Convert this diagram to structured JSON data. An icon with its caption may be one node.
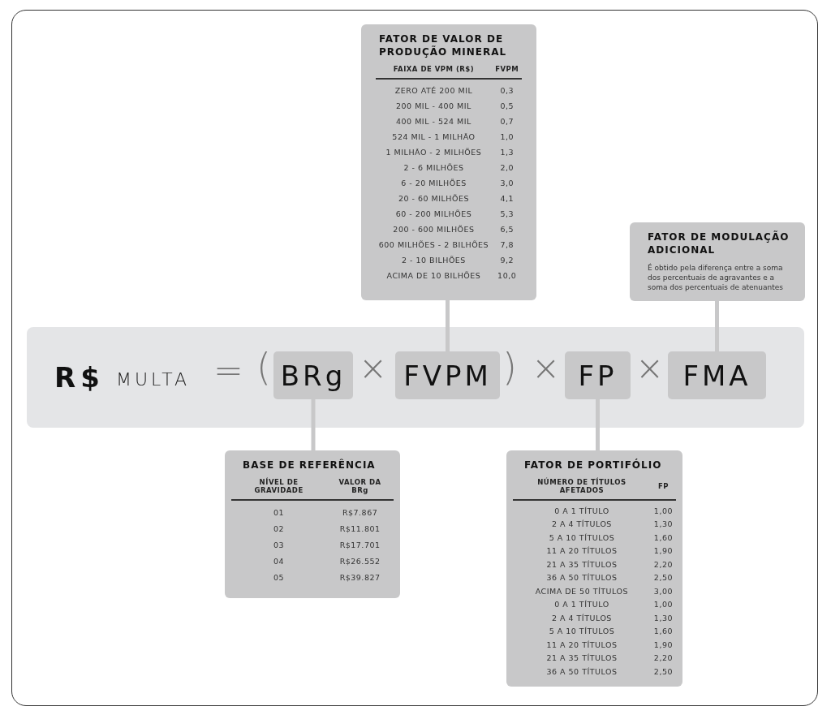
{
  "diagram": {
    "nodes": [
      {
        "text": [
          "R$",
          "MULTA"
        ]
      },
      {
        "text": [
          "BRg"
        ],
        "in": 0
      },
      {
        "text": [
          "FVPM"
        ],
        "in": 0
      },
      {
        "text": [
          "FP"
        ],
        "in": 0
      },
      {
        "text": [
          "FMA"
        ],
        "in": 0
      },
      {
        "text": [
          "FATOR DE VALOR DE PRODUÇÃO MINERAL",
          "FAIXA DE VPM (R$)",
          "FVPM",
          "ZERO ATÉ 200 MIL",
          "0,3",
          "200 MIL - 400 MIL",
          "0,5",
          "400 MIL - 524 MIL",
          "0,7",
          "524 MIL - 1 MILHÃO",
          "1,0",
          "1 MILHÃO - 2 MILHÕES",
          "1,3",
          "2 - 6 MILHÕES",
          "2,0",
          "6 - 20 MILHÕES",
          "3,0",
          "20 - 60 MILHÕES",
          "4,1",
          "60 - 200 MILHÕES",
          "5,3",
          "200 - 600 MILHÕES",
          "6,5",
          "600 MILHÕES - 2 BILHÕES",
          "7,8",
          "2 - 10 BILHÕES",
          "9,2",
          "ACIMA DE 10 BILHÕES",
          "10,0"
        ]
      },
      {
        "text": [
          "FATOR DE MODULAÇÃO ADICIONAL",
          "É obtido pela diferença entre a soma dos percentuais de agravantes e a soma dos percentuais de atenuantes"
        ]
      },
      {
        "text": [
          "BASE DE REFERÊNCIA",
          "NÍVEL DE GRAVIDADE",
          "VALOR DA BRg",
          "01",
          "R$7.867",
          "02",
          "R$11.801",
          "03",
          "R$17.701",
          "04",
          "R$26.552",
          "05",
          "R$39.827"
        ]
      },
      {
        "text": [
          "FATOR DE PORTIFÓLIO",
          "NÚMERO DE TÍTULOS AFETADOS",
          "FP",
          "0 A 1 TÍTULO",
          "1,00",
          "2 A 4 TÍTULOS",
          "1,30",
          "5 A 10 TÍTULOS",
          "1,60",
          "11 A 20 TÍTULOS",
          "1,90",
          "21 A 35 TÍTULOS",
          "2,20",
          "36 A 50 TÍTULOS",
          "2,50",
          "ACIMA DE 50 TÍTULOS",
          "3,00",
          "0 A 1 TÍTULO",
          "1,00",
          "2 A 4 TÍTULOS",
          "1,30",
          "5 A 10 TÍTULOS",
          "1,60",
          "11 A 20 TÍTULOS",
          "1,90",
          "21 A 35 TÍTULOS",
          "2,20",
          "36 A 50 TÍTULOS",
          "2,50"
        ]
      }
    ],
    "edges": [
      {
        "from": 2,
        "to": 5,
        "arrow": "none"
      },
      {
        "from": 4,
        "to": 6,
        "arrow": "none"
      },
      {
        "from": 1,
        "to": 7,
        "arrow": "none"
      },
      {
        "from": 3,
        "to": 8,
        "arrow": "none"
      }
    ],
    "labels": [
      "=",
      "(",
      "×",
      ")",
      "×",
      "×"
    ]
  }
}
